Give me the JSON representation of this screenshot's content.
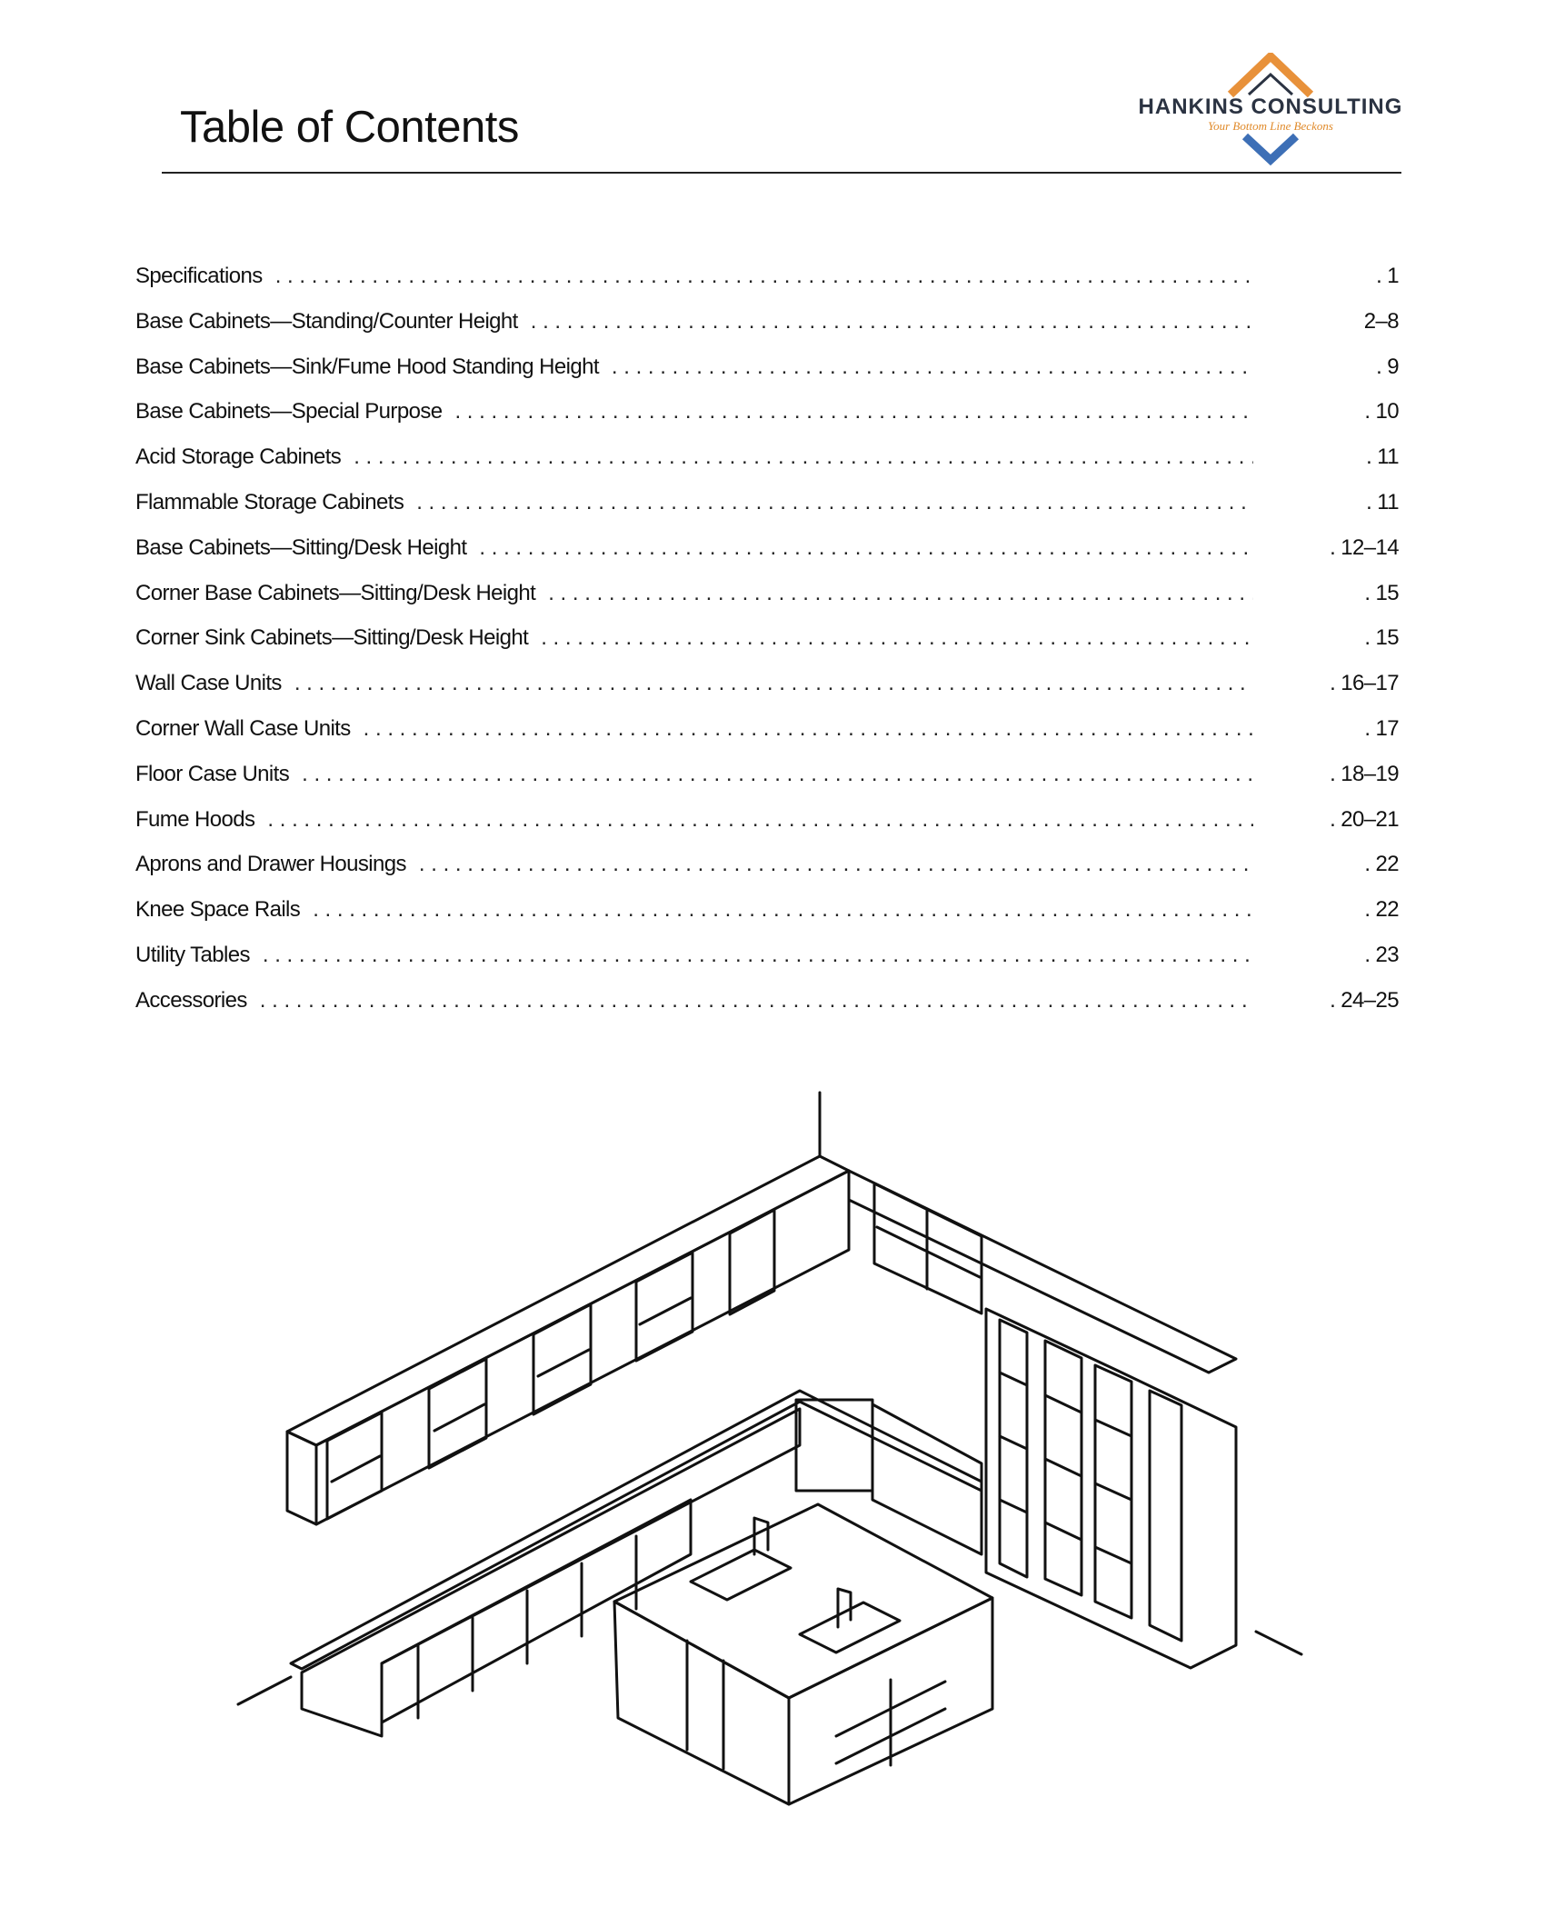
{
  "header": {
    "title": "Table of Contents",
    "logo": {
      "name": "HANKINS CONSULTING",
      "tagline": "Your Bottom Line Beckons",
      "colors": {
        "orange": "#e8913a",
        "blue": "#3d6fb6",
        "text": "#2b3342"
      }
    }
  },
  "toc": {
    "entries": [
      {
        "label": "Specifications",
        "page": ". 1"
      },
      {
        "label": "Base Cabinets—Standing/Counter Height",
        "page": "2–8"
      },
      {
        "label": "Base Cabinets—Sink/Fume Hood Standing Height",
        "page": ". 9"
      },
      {
        "label": "Base Cabinets—Special Purpose",
        "page": ". 10"
      },
      {
        "label": "Acid Storage Cabinets",
        "page": ". 11"
      },
      {
        "label": "Flammable Storage Cabinets",
        "page": ". 11"
      },
      {
        "label": "Base Cabinets—Sitting/Desk Height",
        "page": ". 12–14"
      },
      {
        "label": "Corner Base Cabinets—Sitting/Desk Height",
        "page": ". 15"
      },
      {
        "label": "Corner Sink Cabinets—Sitting/Desk Height",
        "page": ". 15"
      },
      {
        "label": "Wall Case Units",
        "page": ". 16–17"
      },
      {
        "label": "Corner Wall Case Units",
        "page": ". 17"
      },
      {
        "label": "Floor Case Units",
        "page": ". 18–19"
      },
      {
        "label": "Fume Hoods",
        "page": ". 20–21"
      },
      {
        "label": "Aprons and Drawer Housings",
        "page": ". 22"
      },
      {
        "label": "Knee Space Rails",
        "page": ". 22"
      },
      {
        "label": "Utility Tables",
        "page": ". 23"
      },
      {
        "label": "Accessories",
        "page": ". 24–25"
      }
    ]
  },
  "illustration": {
    "icon": "lab-cabinetry-isometric-drawing"
  }
}
